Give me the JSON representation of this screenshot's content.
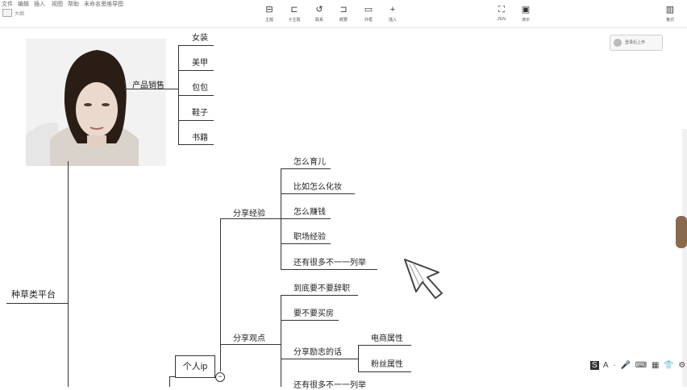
{
  "topbar": {
    "left_texts": [
      "文件",
      "编辑",
      "插入",
      "视图",
      "帮助",
      "未命名思维导图"
    ],
    "outline_label": "大纲"
  },
  "toolbar": {
    "tools": [
      {
        "label": "主题",
        "icon": "topic-icon",
        "glyph": "⊟"
      },
      {
        "label": "子主题",
        "icon": "subtopic-icon",
        "glyph": "⊏"
      },
      {
        "label": "联系",
        "icon": "relation-icon",
        "glyph": "↺"
      },
      {
        "label": "概要",
        "icon": "summary-icon",
        "glyph": "⊐"
      },
      {
        "label": "外框",
        "icon": "boundary-icon",
        "glyph": "▭"
      },
      {
        "label": "插入",
        "icon": "insert-icon",
        "glyph": "+"
      }
    ],
    "right_tools": [
      {
        "label": "ZEN",
        "icon": "fullscreen-icon",
        "glyph": "⛶"
      },
      {
        "label": "演示",
        "icon": "present-icon",
        "glyph": "▣"
      },
      {
        "label": "格式",
        "icon": "format-panel-icon",
        "glyph": "▥"
      }
    ]
  },
  "login": {
    "label": "登录后上传"
  },
  "mindmap": {
    "products": {
      "parent": "产品销售",
      "items": [
        "女装",
        "美甲",
        "包包",
        "鞋子",
        "书籍"
      ]
    },
    "platform": "种草类平台",
    "personal_ip": "个人ip",
    "collapse_symbol": "−",
    "share_exp": {
      "label": "分享经验",
      "items": [
        "怎么育儿",
        "比如怎么化妆",
        "怎么赚钱",
        "职场经验",
        "还有很多不一一列举"
      ]
    },
    "share_view": {
      "label": "分享观点",
      "items": [
        "到底要不要辞职",
        "要不要买房",
        "分享励志的话",
        "还有很多不一一列举"
      ],
      "motivation_children": [
        "电商属性",
        "粉丝属性"
      ]
    }
  },
  "ime": {
    "items": [
      "S",
      "A",
      "·",
      "🎤",
      "⌨",
      "▦",
      "👕",
      "⚙",
      "▦"
    ]
  }
}
